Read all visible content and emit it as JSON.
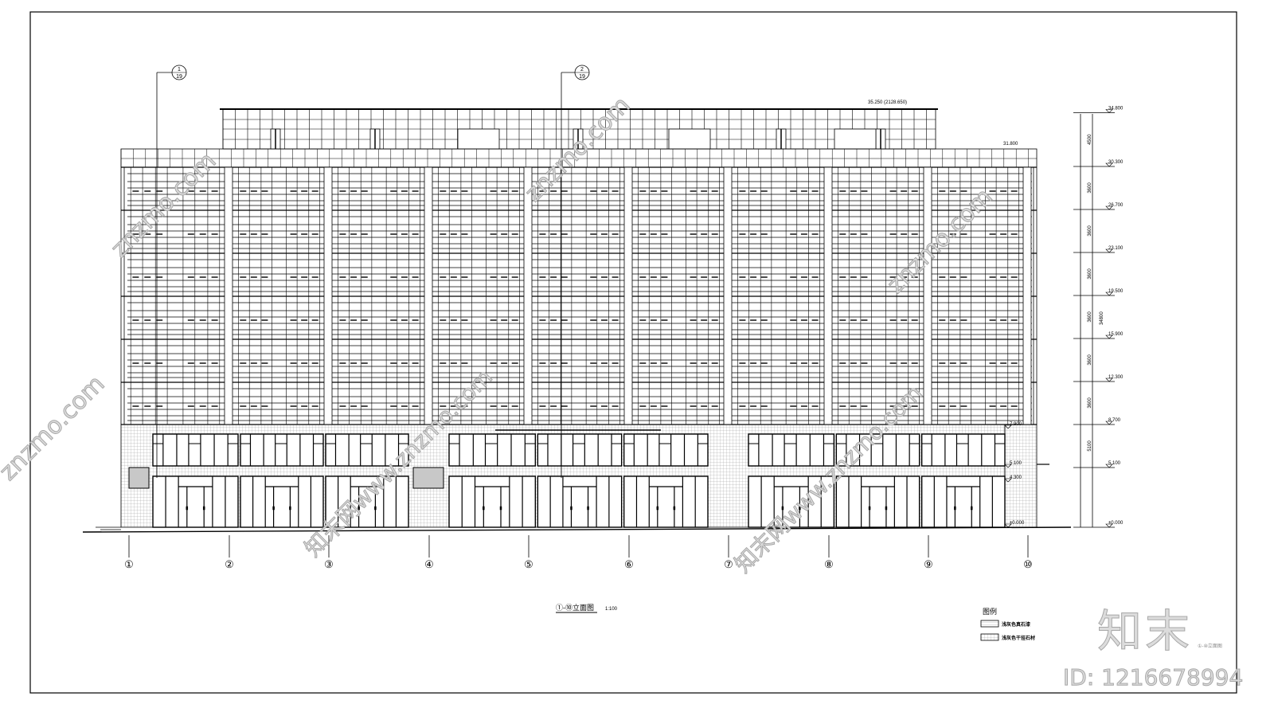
{
  "drawing": {
    "title": "①-⑩立面图",
    "scale": "1:100",
    "axes": [
      "①",
      "②",
      "③",
      "④",
      "⑤",
      "⑥",
      "⑦",
      "⑧",
      "⑨",
      "⑩"
    ],
    "detail_callouts": [
      {
        "num": "1",
        "sheet": "19"
      },
      {
        "num": "2",
        "sheet": "19"
      }
    ],
    "roof_top_label": "35.250 (2128.650)",
    "parapet_label": "31.800",
    "facade_levels": [
      {
        "value": 7.9,
        "label": "7.900"
      },
      {
        "value": 5.1,
        "label": "5.100"
      },
      {
        "value": 4.3,
        "label": "4.300"
      },
      {
        "value": 0,
        "label": "±0.000"
      }
    ],
    "side_levels": [
      {
        "value": 34.8,
        "label": "34.800"
      },
      {
        "value": 30.3,
        "label": "30.300"
      },
      {
        "value": 26.7,
        "label": "26.700"
      },
      {
        "value": 23.1,
        "label": "23.100"
      },
      {
        "value": 19.5,
        "label": "19.500"
      },
      {
        "value": 15.9,
        "label": "15.900"
      },
      {
        "value": 12.3,
        "label": "12.300"
      },
      {
        "value": 8.7,
        "label": "8.700"
      },
      {
        "value": 5.1,
        "label": "5.100"
      },
      {
        "value": 0,
        "label": "±0.000"
      }
    ],
    "dimensions": [
      "4500",
      "3600",
      "3600",
      "3600",
      "3600",
      "3600",
      "3600",
      "5100"
    ],
    "total_dimension": "34800",
    "legend": {
      "title": "图例",
      "items": [
        {
          "label": "浅灰色真石漆",
          "pattern": "fine"
        },
        {
          "label": "浅灰色干挂石材",
          "pattern": "grid"
        }
      ]
    },
    "line_color": "#000000",
    "hatch_color": "#9a9a9a",
    "panel_color": "#c8c8c8"
  },
  "watermark": {
    "brand": "知末",
    "id_text": "ID: 1216678994",
    "site": "znzmo.com",
    "site_cn": "知末网www.znzmo.com",
    "stamp": "①-⑩立面图"
  }
}
